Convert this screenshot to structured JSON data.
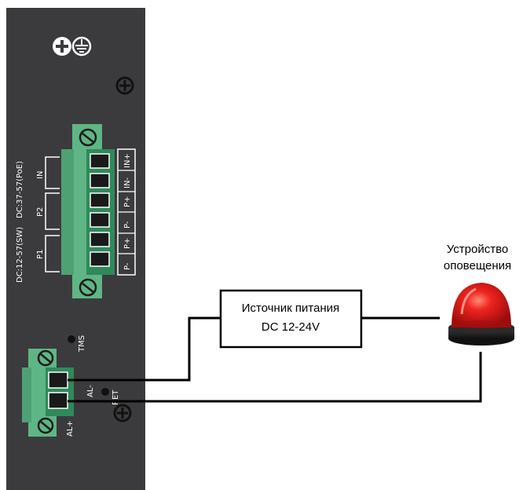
{
  "device_panel": {
    "power_label_sw": "DC:12-57(SW)",
    "power_label_poe": "DC:37-57(PoE)",
    "input_groups": [
      "P1",
      "P2",
      "IN"
    ],
    "terminal_labels": [
      "P-",
      "P+",
      "P-",
      "P+",
      "IN-",
      "IN+"
    ],
    "tms_label": "TMS",
    "ret_label": "RET",
    "alarm_labels": [
      "AL-",
      "AL+"
    ],
    "icons": [
      "ground-icon",
      "screw-icon"
    ]
  },
  "power_supply": {
    "line1": "Источник питания",
    "line2": "DC 12-24V"
  },
  "alarm_device": {
    "line1": "Устройство",
    "line2": "оповещения",
    "icon": "red-beacon-icon"
  },
  "colors": {
    "panel": "#3b3b3d",
    "terminal_green": "#5fb585",
    "terminal_dark": "#2f8a5a",
    "wire": "#000000",
    "beacon_red": "#e2171b"
  }
}
